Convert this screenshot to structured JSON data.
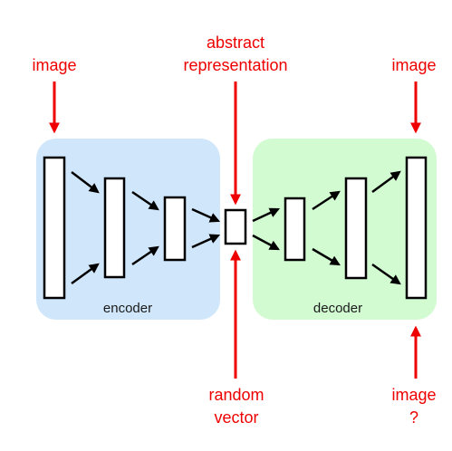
{
  "labels": {
    "image_input": "image",
    "abstract_line1": "abstract",
    "abstract_line2": "representation",
    "image_output": "image",
    "random_line1": "random",
    "random_line2": "vector",
    "image_q_line1": "image",
    "image_q_line2": "?"
  },
  "regions": {
    "encoder": "encoder",
    "decoder": "decoder"
  },
  "colors": {
    "encoder_bg": "#cfe6fb",
    "decoder_bg": "#d2fbd2",
    "label_red": "#ee0000",
    "stroke": "#000000"
  }
}
